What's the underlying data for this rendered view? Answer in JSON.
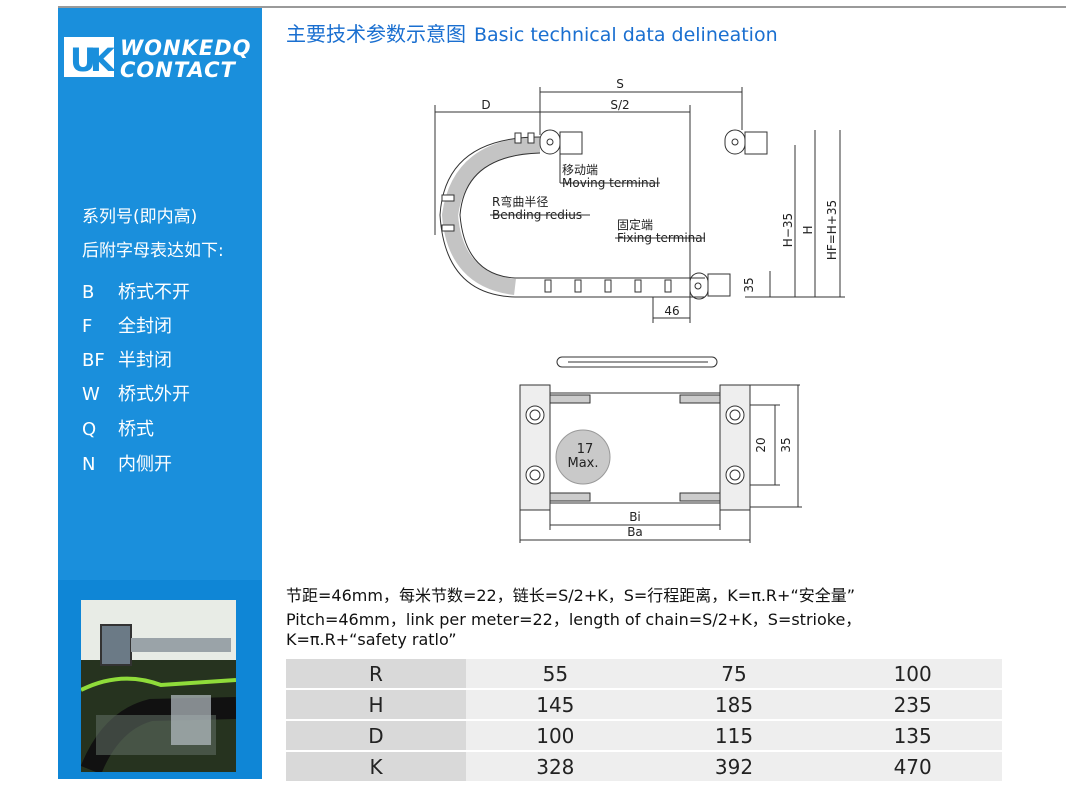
{
  "brand": {
    "mark": "UK",
    "line1": "WONKEDQ",
    "line2": "CONTACT"
  },
  "sidebar": {
    "series_line1": "系列号(即内高)",
    "series_line2": "后附字母表达如下:",
    "items": [
      {
        "code": "B",
        "label": "桥式不开"
      },
      {
        "code": "F",
        "label": "全封闭"
      },
      {
        "code": "BF",
        "label": "半封闭"
      },
      {
        "code": "W",
        "label": "桥式外开"
      },
      {
        "code": "Q",
        "label": "桥式"
      },
      {
        "code": "N",
        "label": "内侧开"
      }
    ]
  },
  "title": {
    "cn": "主要技术参数示意图",
    "en": "Basic technical data delineation"
  },
  "diagram": {
    "s": "S",
    "s_half": "S/2",
    "d": "D",
    "moving_cn": "移动端",
    "moving_en": "Moving terminal",
    "bending_cn": "R弯曲半径",
    "bending_en": "Bending redius",
    "fixing_cn": "固定端",
    "fixing_en": "Fixing terminal",
    "h35": "H−35",
    "h": "H",
    "hf": "HF=H+35",
    "dim35": "35",
    "pitch46": "46",
    "max_value": "17",
    "max_label": "Max.",
    "dim20": "20",
    "dim35b": "35",
    "bi": "Bi",
    "ba": "Ba"
  },
  "notes": {
    "line1": "节距=46mm，每米节数=22，链长=S/2+K，S=行程距离，K=π.R+“安全量”",
    "line2": "Pitch=46mm，link per meter=22，length of chain=S/2+K，S=strioke，",
    "line3": "K=π.R+“safety ratlo”"
  },
  "table": {
    "rows": [
      {
        "label": "R",
        "values": [
          "55",
          "75",
          "100"
        ]
      },
      {
        "label": "H",
        "values": [
          "145",
          "185",
          "235"
        ]
      },
      {
        "label": "D",
        "values": [
          "100",
          "115",
          "135"
        ]
      },
      {
        "label": "K",
        "values": [
          "328",
          "392",
          "470"
        ]
      }
    ]
  }
}
